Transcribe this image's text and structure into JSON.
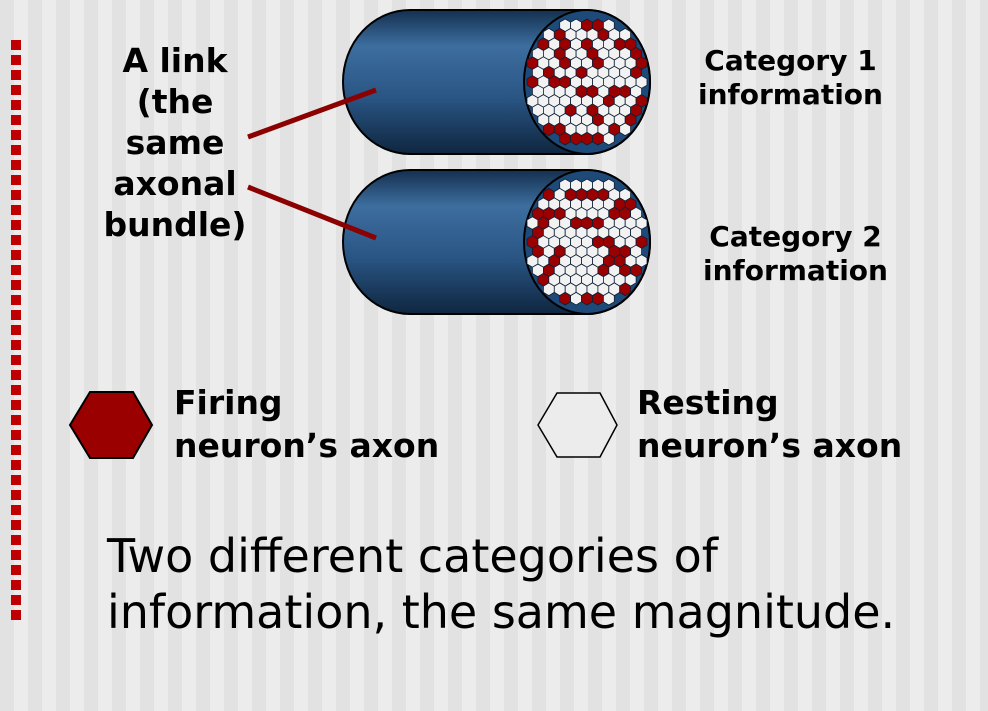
{
  "link_label": [
    "A link",
    "(the",
    "same",
    "axonal",
    "bundle)"
  ],
  "bundles": [
    {
      "label_lines": [
        "Category 1",
        "information"
      ]
    },
    {
      "label_lines": [
        "Category 2",
        "information"
      ]
    }
  ],
  "legend": [
    {
      "label_lines": [
        "Firing",
        "neuron’s axon"
      ],
      "icon": "red-hexagon-icon",
      "color": "#9b0000"
    },
    {
      "label_lines": [
        "Resting",
        "neuron’s axon"
      ],
      "icon": "white-hexagon-icon",
      "color": "#ececec"
    }
  ],
  "caption": "Two different categories of information, the same magnitude.",
  "colors": {
    "cable": "#2c5c8e",
    "pointer_line": "#8b0000",
    "bullet": "#c00000"
  }
}
